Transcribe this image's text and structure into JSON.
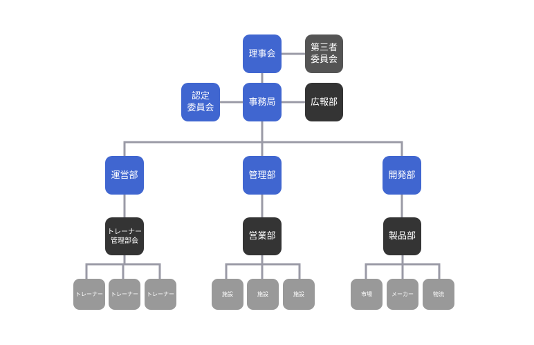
{
  "nodes": {
    "board": "理事会",
    "third_party": "第三者\n委員会",
    "certification": "認定\n委員会",
    "secretariat": "事務局",
    "pr": "広報部",
    "operations": "運営部",
    "management": "管理部",
    "development": "開発部",
    "trainer_committee": "トレーナー\n管理部会",
    "sales": "営業部",
    "manufacturing": "製品部",
    "leaf_trainer_1": "トレーナー",
    "leaf_trainer_2": "トレーナー",
    "leaf_trainer_3": "トレーナー",
    "leaf_facility_1": "施設",
    "leaf_facility_2": "施設",
    "leaf_facility_3": "施設",
    "leaf_market": "市場",
    "leaf_maker": "メーカー",
    "leaf_logistics": "物流"
  },
  "colors": {
    "blue": "#4066d0",
    "dark_gray": "#545454",
    "black": "#343434",
    "light_gray": "#999999",
    "line": "#9a9aa6"
  }
}
